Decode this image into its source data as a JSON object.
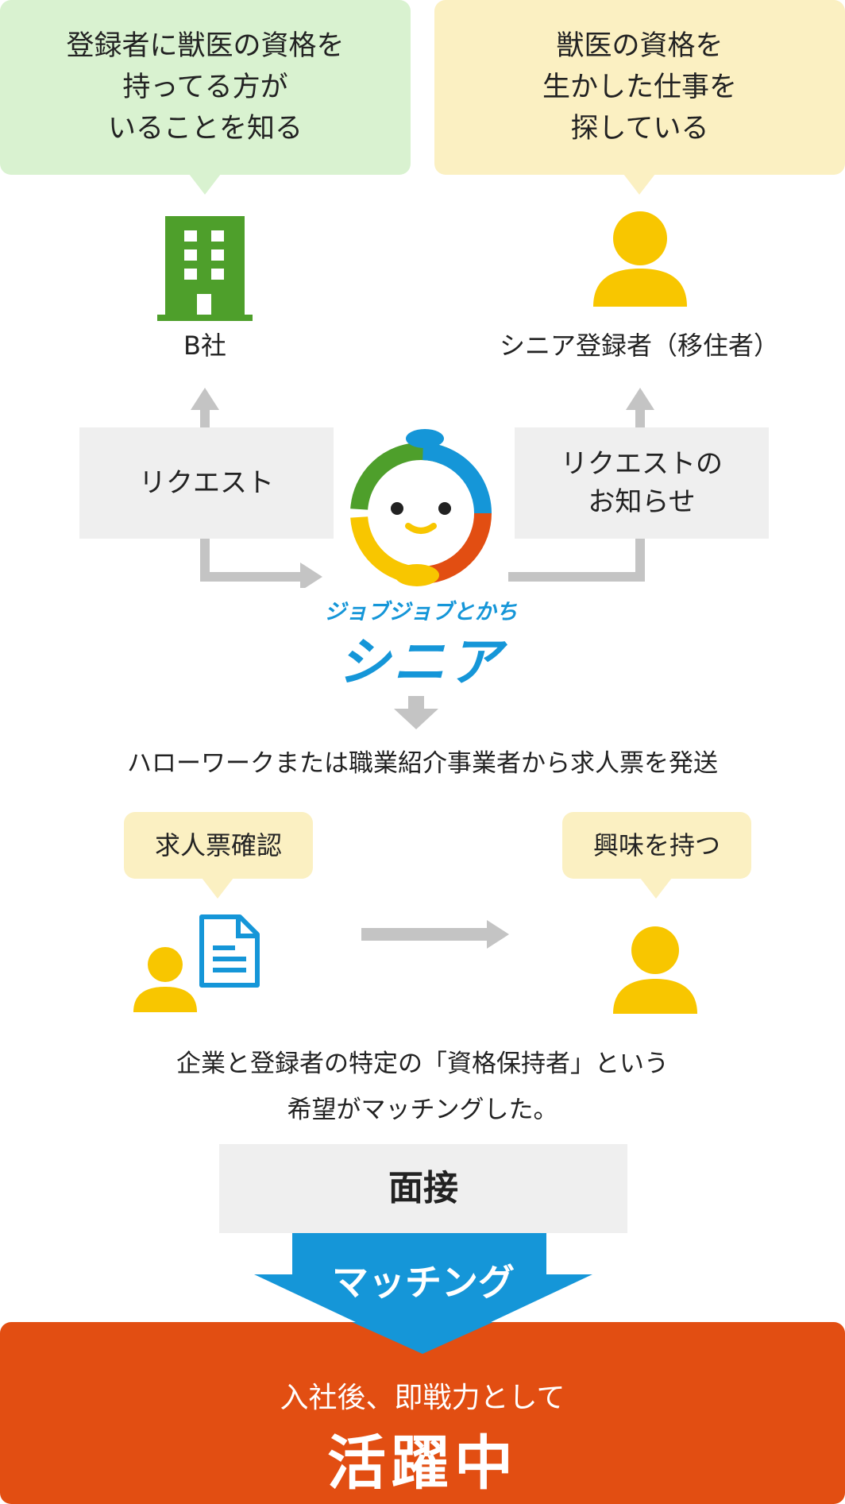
{
  "company_bubble": "登録者に獣医の資格を\n持ってる方が\nいることを知る",
  "senior_bubble": "獣医の資格を\n生かした仕事を\n探している",
  "company_label": "B社",
  "senior_label": "シニア登録者（移住者）",
  "request_box": "リクエスト",
  "notify_box": "リクエストの\nお知らせ",
  "logo": {
    "top": "ジョブジョブとかち",
    "main": "シニア"
  },
  "dispatch_text": "ハローワークまたは職業紹介事業者から求人票を発送",
  "confirm_bubble": "求人票確認",
  "interest_bubble": "興味を持つ",
  "match_desc": "企業と登録者の特定の「資格保持者」という\n希望がマッチングした。",
  "interview": "面接",
  "matching": "マッチング",
  "result_sub": "入社後、即戦力として",
  "result_main": "活躍中",
  "colors": {
    "accent_blue": "#1596d8",
    "result_orange": "#e24e12",
    "person_yellow": "#f8c600",
    "building_green": "#4e9f2b",
    "arrow_gray": "#c4c4c4"
  }
}
